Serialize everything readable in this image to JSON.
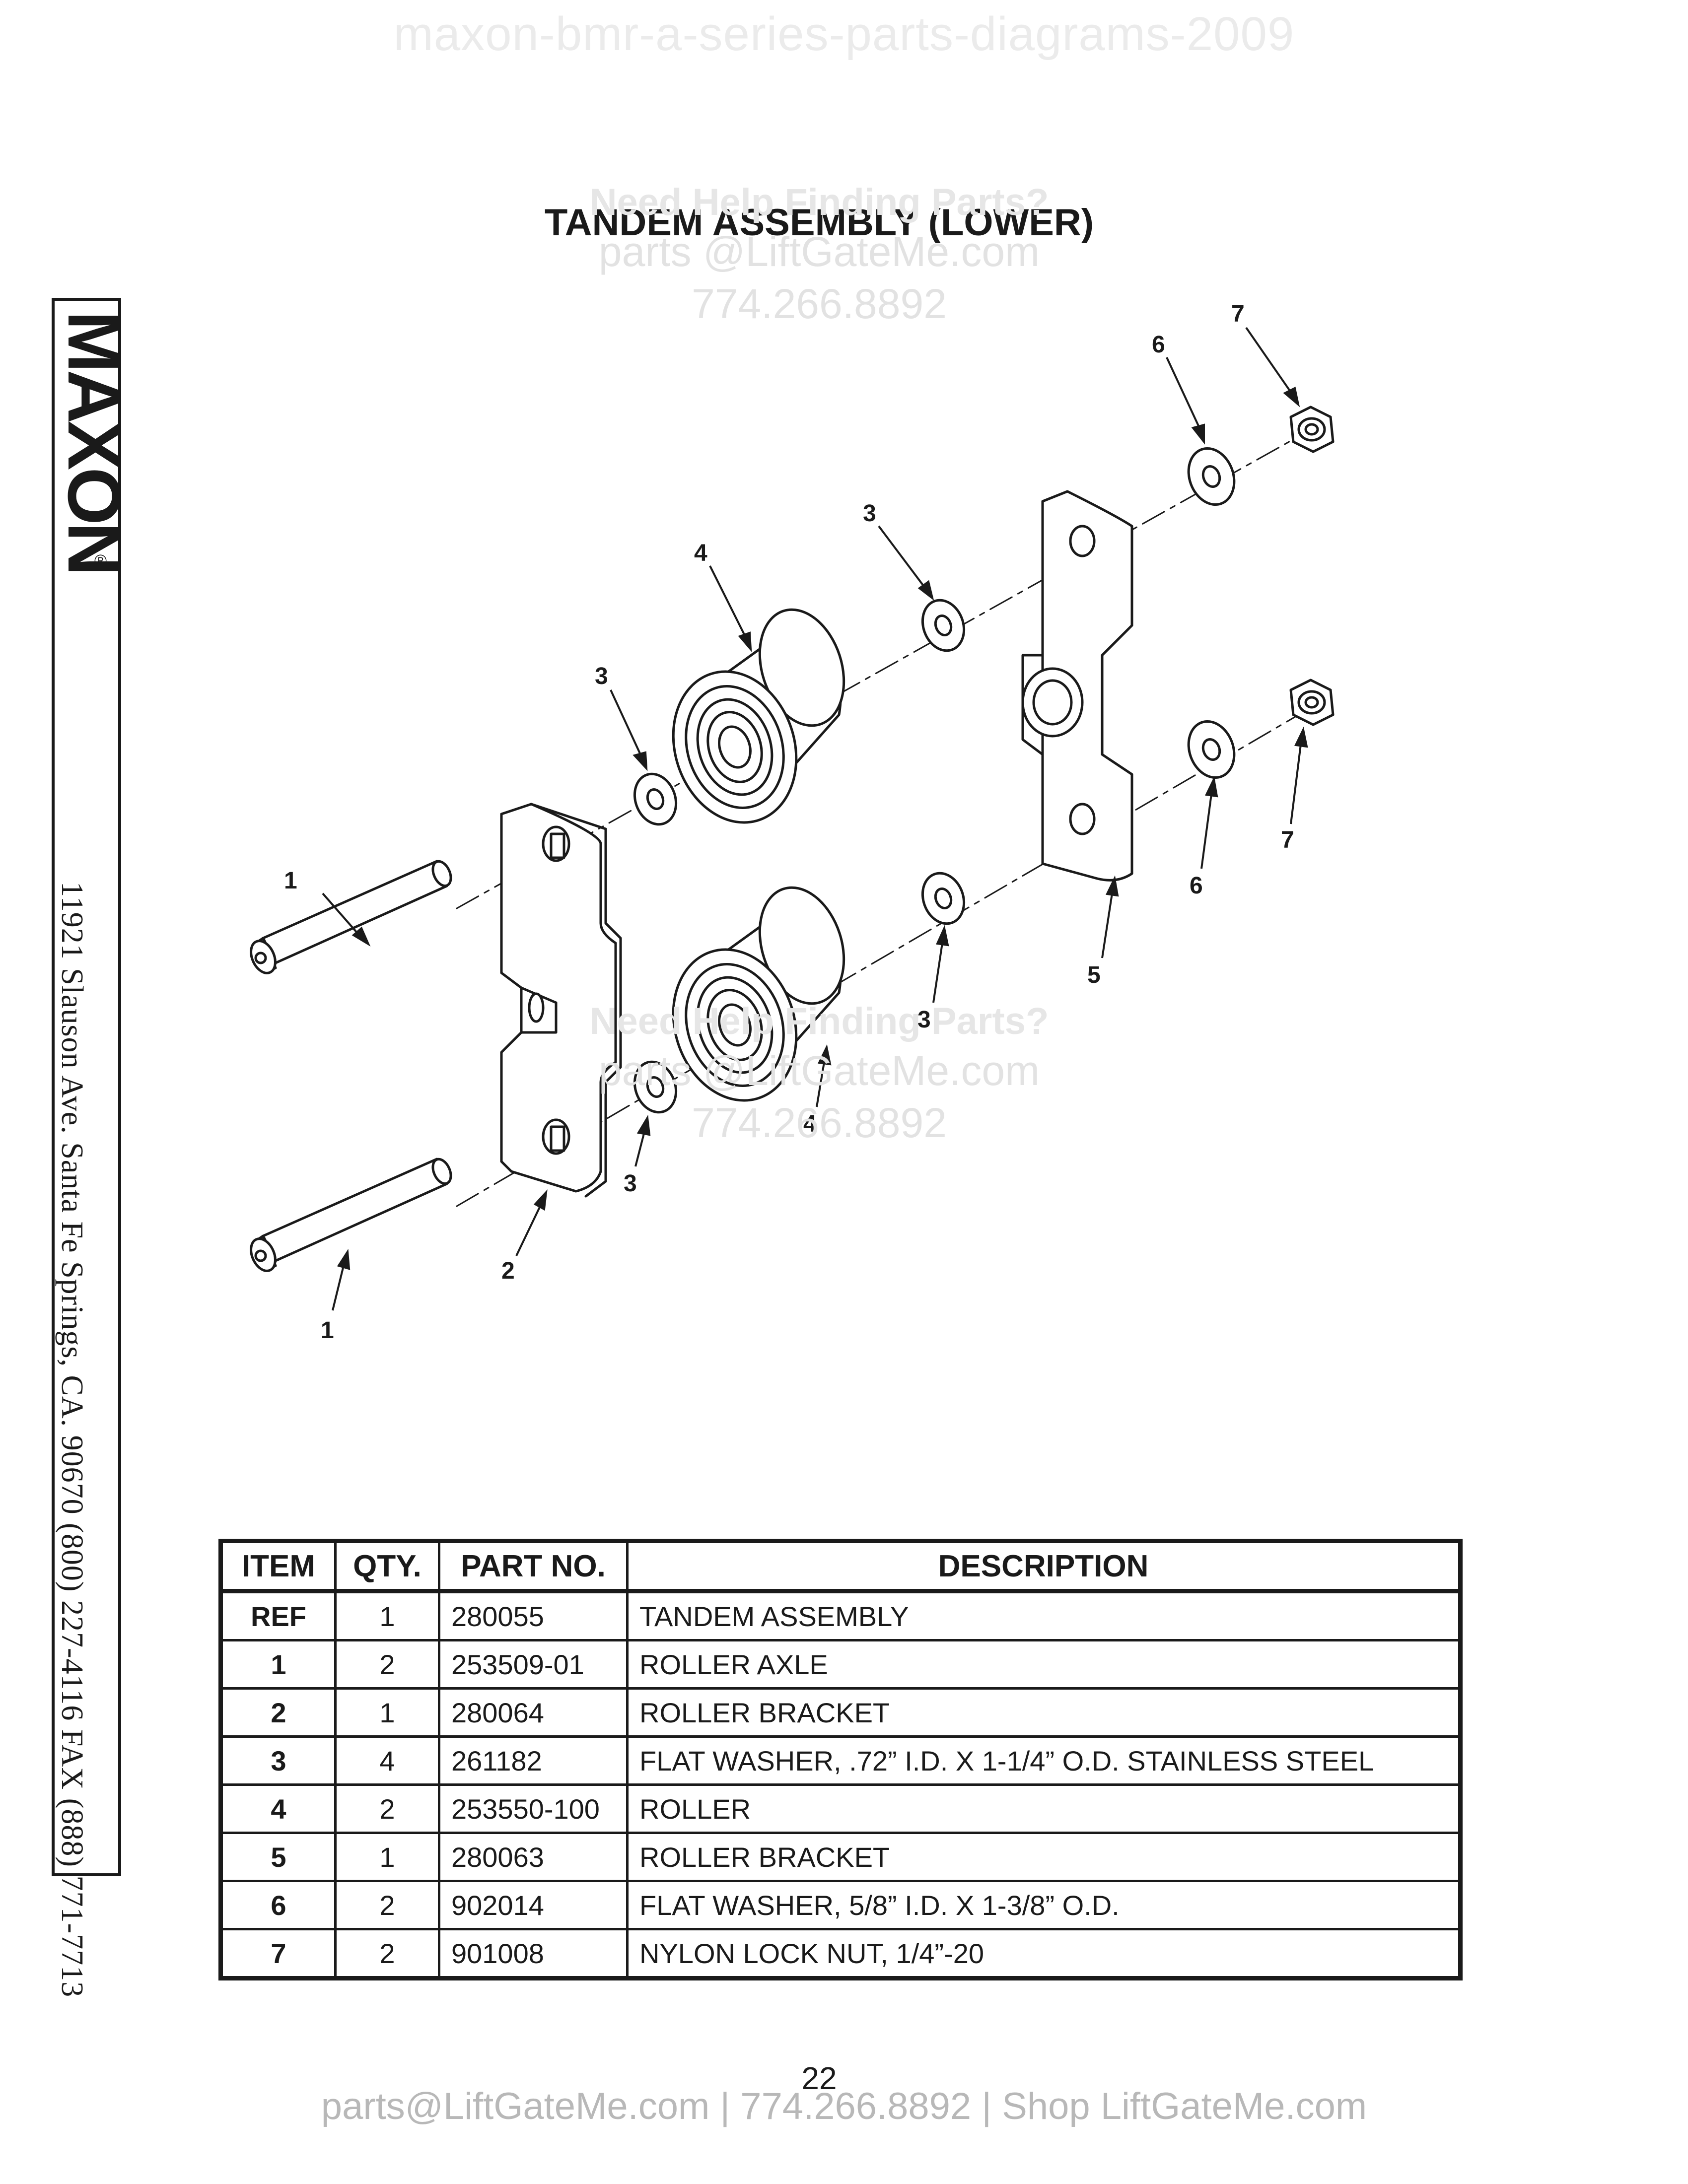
{
  "watermark_top": "maxon-bmr-a-series-parts-diagrams-2009",
  "watermarks": [
    {
      "heading": "Need Help Finding Parts?",
      "email": "parts @LiftGateMe.com",
      "phone": "774.266.8892"
    },
    {
      "heading": "Need Help Finding Parts?",
      "email": "parts @LiftGateMe.com",
      "phone": "774.266.8892"
    }
  ],
  "title": "TANDEM ASSEMBLY (LOWER)",
  "sidebar": {
    "logo": "MAXON",
    "registered": "®",
    "address": "11921 Slauson Ave.   Santa Fe Springs, CA.   90670   (800) 227-4116   FAX (888) 771-7713"
  },
  "callouts": [
    "7",
    "6",
    "3",
    "4",
    "3",
    "1",
    "7",
    "6",
    "5",
    "3",
    "4",
    "3",
    "2",
    "1"
  ],
  "table": {
    "headers": [
      "ITEM",
      "QTY.",
      "PART NO.",
      "DESCRIPTION"
    ],
    "rows": [
      [
        "REF",
        "1",
        "280055",
        "TANDEM ASSEMBLY"
      ],
      [
        "1",
        "2",
        "253509-01",
        "ROLLER AXLE"
      ],
      [
        "2",
        "1",
        "280064",
        "ROLLER BRACKET"
      ],
      [
        "3",
        "4",
        "261182",
        "FLAT WASHER, .72” I.D. X 1-1/4” O.D. STAINLESS STEEL"
      ],
      [
        "4",
        "2",
        "253550-100",
        "ROLLER"
      ],
      [
        "5",
        "1",
        "280063",
        "ROLLER BRACKET"
      ],
      [
        "6",
        "2",
        "902014",
        "FLAT WASHER, 5/8” I.D. X 1-3/8” O.D."
      ],
      [
        "7",
        "2",
        "901008",
        "NYLON LOCK NUT, 1/4”-20"
      ]
    ]
  },
  "page_number": "22",
  "footer": "parts@LiftGateMe.com | 774.266.8892 | Shop LiftGateMe.com"
}
